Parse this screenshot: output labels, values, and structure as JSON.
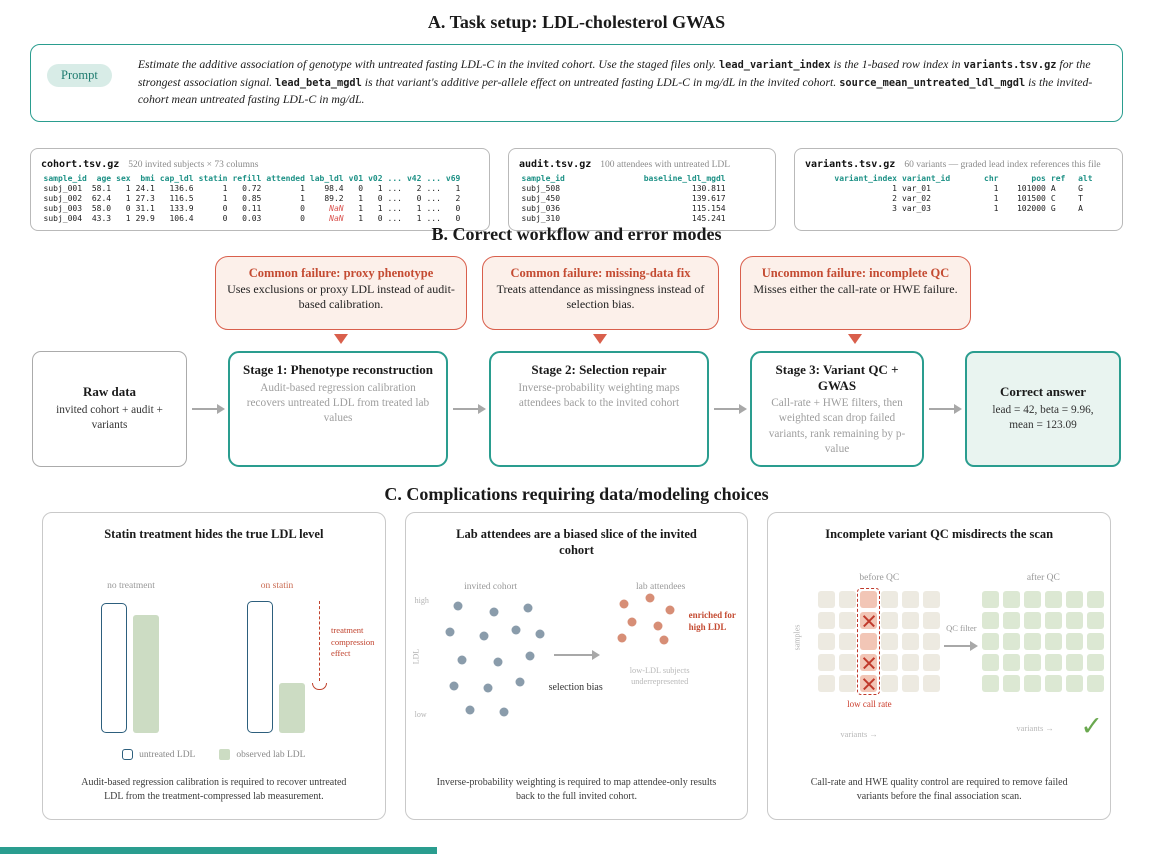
{
  "colors": {
    "teal": "#2a9d8f",
    "red": "#d95f4c",
    "green_bar": "#ccdcc3",
    "outline_bar": "#2d5f7d",
    "invited_dot": "#8a9cab",
    "attendee_dot": "#d78e76"
  },
  "section_a": {
    "title": "A. Task setup: LDL-cholesterol GWAS"
  },
  "prompt": {
    "badge": "Prompt",
    "segments": [
      {
        "t": "Estimate the additive association of genotype with untreated fasting LDL-C in the invited cohort. Use the staged files only. "
      },
      {
        "t": "lead_variant_index",
        "code": true
      },
      {
        "t": " is the 1-based row index in "
      },
      {
        "t": "variants.tsv.gz",
        "code": true
      },
      {
        "t": " for the strongest association signal. "
      },
      {
        "t": "lead_beta_mgdl",
        "code": true
      },
      {
        "t": " is that variant's additive per-allele effect on untreated fasting LDL-C in mg/dL in the invited cohort. "
      },
      {
        "t": "source_mean_untreated_ldl_mgdl",
        "code": true
      },
      {
        "t": " is the invited-cohort mean untreated fasting LDL-C in mg/dL."
      }
    ]
  },
  "files": [
    {
      "name": "cohort.tsv.gz",
      "meta": "520 invited subjects × 73 columns",
      "table": {
        "header": [
          "sample_id",
          "age",
          "sex",
          "bmi",
          "cap_ldl",
          "statin",
          "refill",
          "attended",
          "lab_ldl",
          "v01",
          "v02",
          "...",
          "v42",
          "...",
          "v69"
        ],
        "align": [
          "l",
          "r",
          "r",
          "r",
          "r",
          "r",
          "r",
          "r",
          "r",
          "r",
          "r",
          "r",
          "r",
          "r",
          "r"
        ],
        "rows": [
          [
            "subj_001",
            "58.1",
            "1",
            "24.1",
            "136.6",
            "1",
            "0.72",
            "1",
            "98.4",
            "0",
            "1",
            "...",
            "2",
            "...",
            "1"
          ],
          [
            "subj_002",
            "62.4",
            "1",
            "27.3",
            "116.5",
            "1",
            "0.85",
            "1",
            "89.2",
            "1",
            "0",
            "...",
            "0",
            "...",
            "2"
          ],
          [
            "subj_003",
            "58.0",
            "0",
            "31.1",
            "133.9",
            "0",
            "0.11",
            "0",
            "NaN",
            "1",
            "1",
            "...",
            "1",
            "...",
            "0"
          ],
          [
            "subj_004",
            "43.3",
            "1",
            "29.9",
            "106.4",
            "0",
            "0.03",
            "0",
            "NaN",
            "1",
            "0",
            "...",
            "1",
            "...",
            "0"
          ]
        ]
      }
    },
    {
      "name": "audit.tsv.gz",
      "meta": "100 attendees with untreated LDL",
      "table": {
        "header": [
          "sample_id",
          "baseline_ldl_mgdl"
        ],
        "align": [
          "l",
          "r"
        ],
        "rows": [
          [
            "subj_508",
            "130.811"
          ],
          [
            "subj_450",
            "139.617"
          ],
          [
            "subj_036",
            "115.154"
          ],
          [
            "subj_310",
            "145.241"
          ]
        ]
      }
    },
    {
      "name": "variants.tsv.gz",
      "meta": "60 variants — graded lead index references this file",
      "table": {
        "header": [
          "variant_index",
          "variant_id",
          "chr",
          "pos",
          "ref",
          "alt"
        ],
        "align": [
          "r",
          "l",
          "r",
          "r",
          "l",
          "l"
        ],
        "rows": [
          [
            "1",
            "var_01",
            "1",
            "101000",
            "A",
            "G"
          ],
          [
            "2",
            "var_02",
            "1",
            "101500",
            "C",
            "T"
          ],
          [
            "3",
            "var_03",
            "1",
            "102000",
            "G",
            "A"
          ]
        ]
      }
    }
  ],
  "section_b": {
    "title": "B. Correct workflow and error modes"
  },
  "failures": [
    {
      "title": "Common failure: proxy phenotype",
      "body": "Uses exclusions or proxy LDL instead of audit-based calibration."
    },
    {
      "title": "Common failure: missing-data fix",
      "body": "Treats attendance as missingness instead of selection bias."
    },
    {
      "title": "Uncommon failure: incomplete QC",
      "body": "Misses either the call-rate or HWE failure."
    }
  ],
  "flow": {
    "raw": {
      "title": "Raw data",
      "body": "invited cohort + audit + variants"
    },
    "stage1": {
      "title": "Stage 1: Phenotype reconstruction",
      "body": "Audit-based regression calibration recovers untreated LDL from treated lab values"
    },
    "stage2": {
      "title": "Stage 2: Selection repair",
      "body": "Inverse-probability weighting maps attendees back to the invited cohort"
    },
    "stage3": {
      "title": "Stage 3: Variant QC + GWAS",
      "body": "Call-rate + HWE filters, then weighted scan drop failed variants, rank remaining by p-value"
    },
    "answer": {
      "title": "Correct answer",
      "body": "lead = 42, beta = 9.96, mean = 123.09"
    }
  },
  "section_c": {
    "title": "C. Complications requiring data/modeling choices"
  },
  "card_statin": {
    "title": "Statin treatment hides the true LDL level",
    "labels": {
      "no_treatment": "no treatment",
      "on_statin": "on statin"
    },
    "bars": {
      "g1_untreated": 130,
      "g1_observed": 118,
      "g2_untreated": 132,
      "g2_observed": 50
    },
    "annotation": "treatment compression effect",
    "legend": {
      "untreated": "untreated LDL",
      "observed": "observed lab LDL"
    },
    "caption": "Audit-based regression calibration is required to recover untreated LDL from the treatment-compressed lab measurement."
  },
  "card_selection": {
    "title": "Lab attendees are a biased slice of the invited cohort",
    "labels": {
      "invited": "invited cohort",
      "attendees": "lab attendees",
      "high": "high",
      "low": "low",
      "axis": "LDL",
      "selection_bias": "selection bias",
      "enriched": "enriched for high LDL",
      "under": "low-LDL subjects underrepresented"
    },
    "invited_dots": [
      [
        52,
        38
      ],
      [
        88,
        44
      ],
      [
        122,
        40
      ],
      [
        44,
        64
      ],
      [
        78,
        68
      ],
      [
        110,
        62
      ],
      [
        134,
        66
      ],
      [
        56,
        92
      ],
      [
        92,
        94
      ],
      [
        124,
        88
      ],
      [
        48,
        118
      ],
      [
        82,
        120
      ],
      [
        114,
        114
      ],
      [
        64,
        142
      ],
      [
        98,
        144
      ]
    ],
    "attendee_dots": [
      [
        218,
        36
      ],
      [
        244,
        30
      ],
      [
        264,
        42
      ],
      [
        226,
        54
      ],
      [
        252,
        58
      ],
      [
        216,
        70
      ],
      [
        258,
        72
      ]
    ],
    "caption": "Inverse-probability weighting is required to map attendee-only results back to the full invited cohort."
  },
  "card_qc": {
    "title": "Incomplete variant QC misdirects the scan",
    "labels": {
      "before": "before QC",
      "after": "after QC",
      "filter": "QC filter",
      "samples": "samples",
      "low_call": "low call rate",
      "variants": "variants →",
      "check": "✓"
    },
    "before_grid": {
      "cols": 6,
      "rows": 5,
      "failed_col": 2,
      "x_rows": [
        1,
        3,
        4
      ]
    },
    "after_grid": {
      "cols": 6,
      "rows": 5
    },
    "caption": "Call-rate and HWE quality control are required to remove failed variants before the final association scan."
  }
}
